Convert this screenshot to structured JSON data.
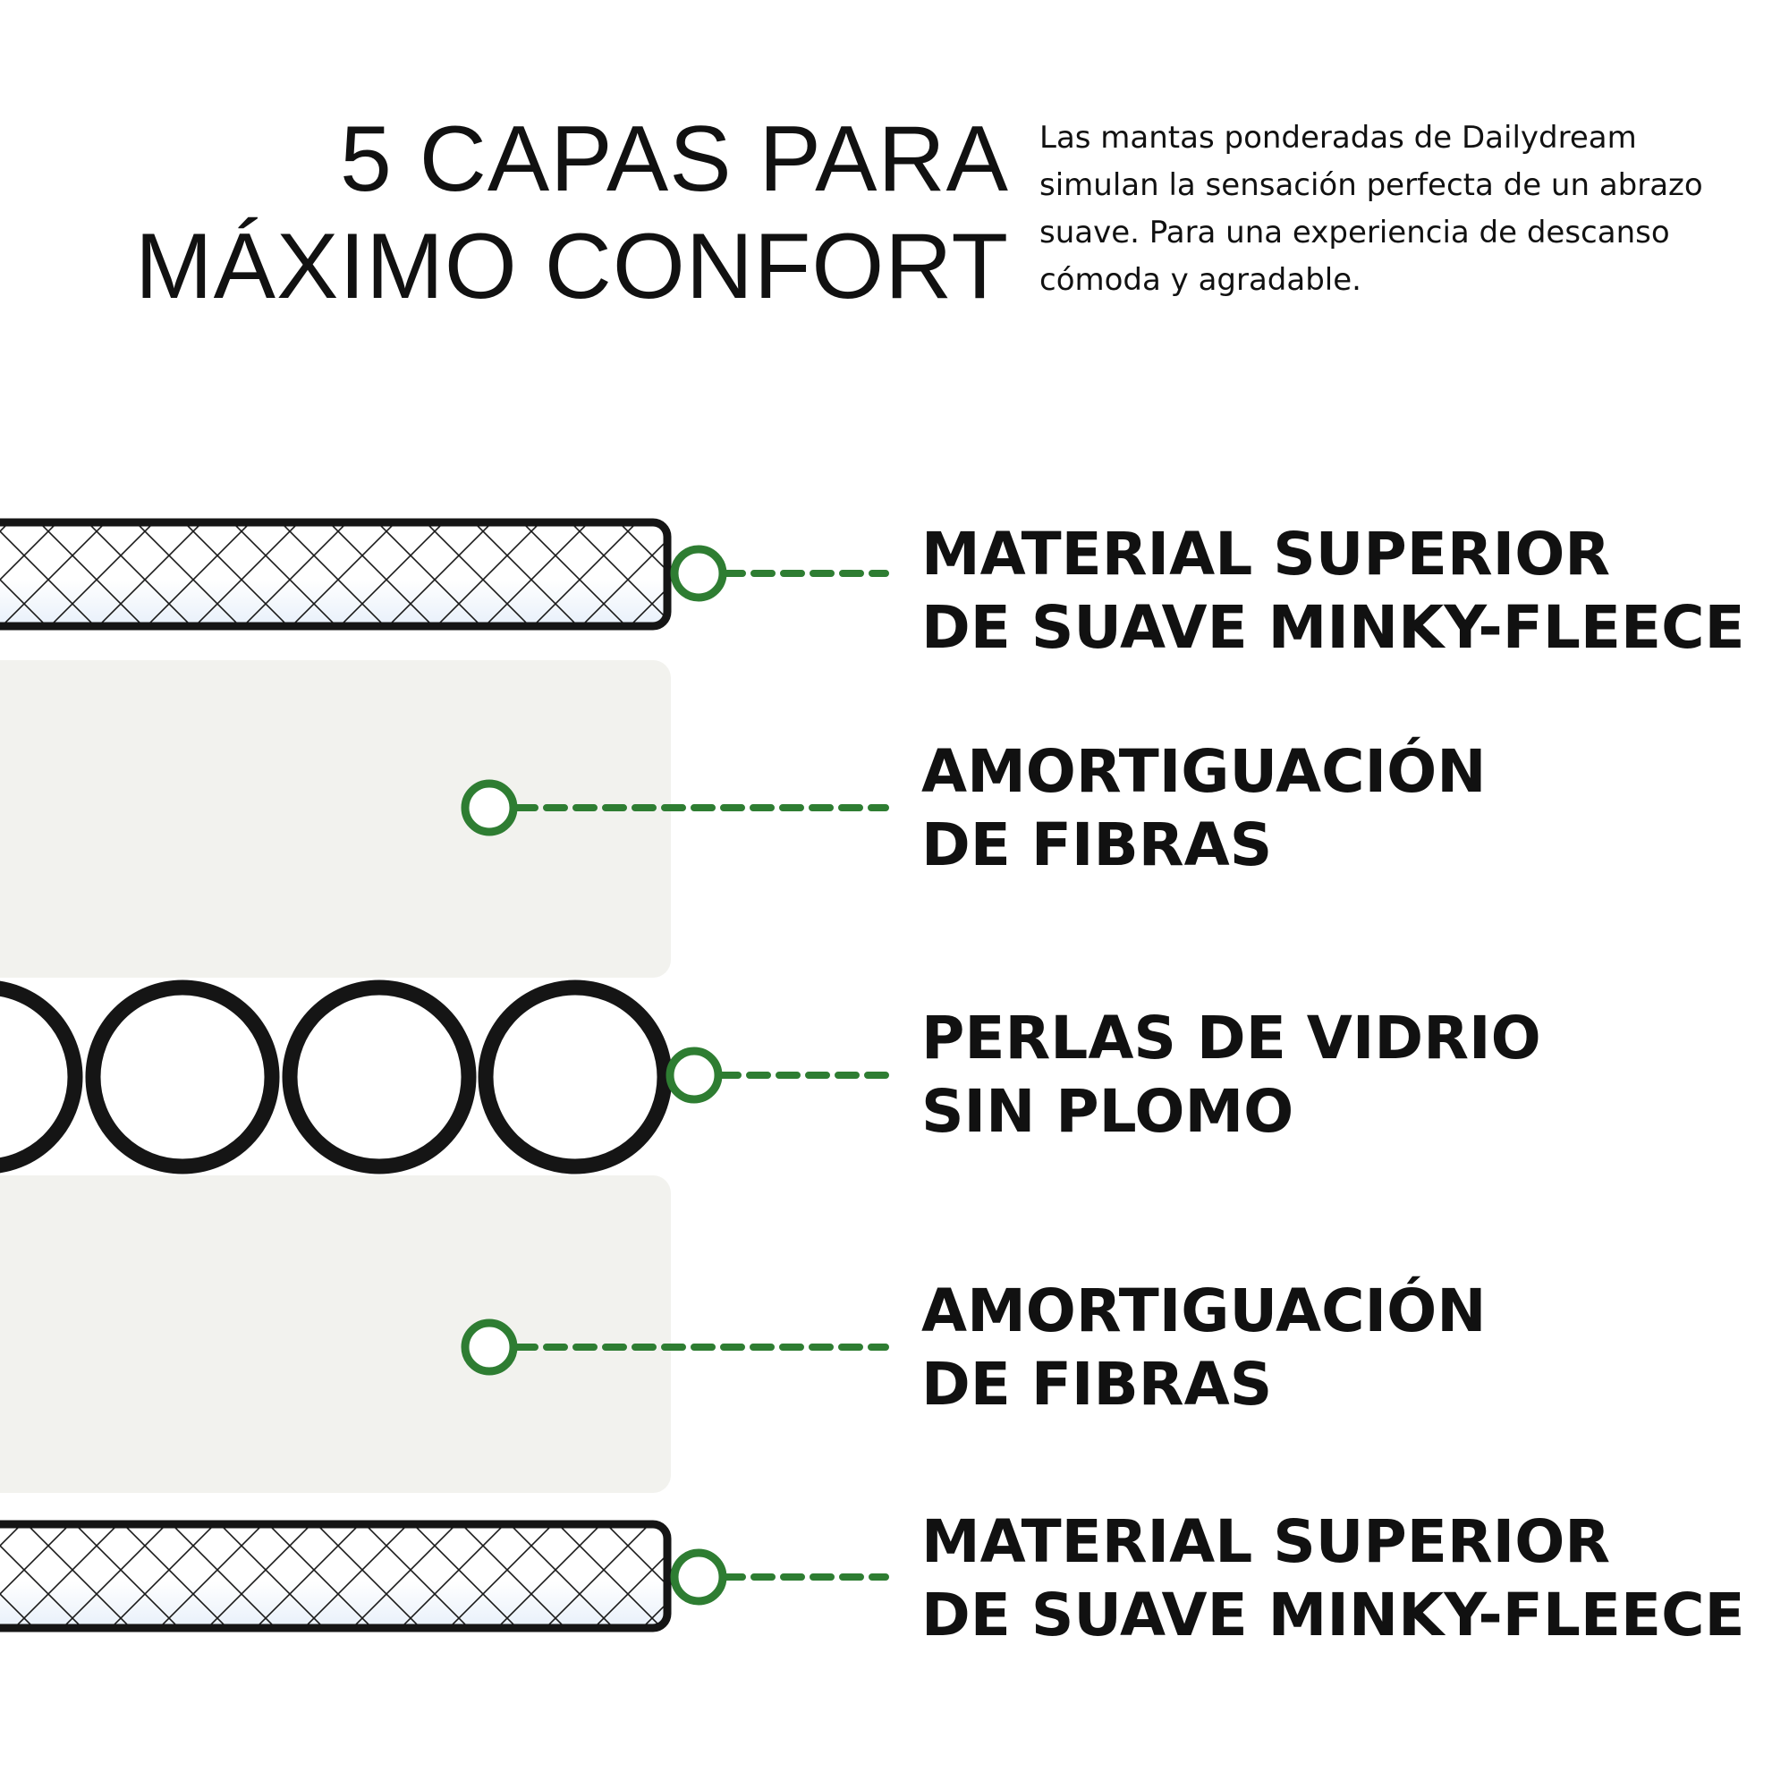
{
  "header": {
    "title_line1": "5 CAPAS PARA",
    "title_line2": "MÁXIMO CONFORT",
    "description": "Las mantas ponderadas de Dailydream simulan la sensación perfecta de un abrazo suave. Para una experiencia de descanso cómoda y agradable."
  },
  "layers": [
    {
      "line1": "MATERIAL SUPERIOR",
      "line2": "DE SUAVE MINKY-FLEECE",
      "kind": "quilted-fabric"
    },
    {
      "line1": "AMORTIGUACIÓN",
      "line2": "DE FIBRAS",
      "kind": "fiber"
    },
    {
      "line1": "PERLAS DE VIDRIO",
      "line2": "SIN PLOMO",
      "kind": "glass-beads"
    },
    {
      "line1": "AMORTIGUACIÓN",
      "line2": "DE FIBRAS",
      "kind": "fiber"
    },
    {
      "line1": "MATERIAL SUPERIOR",
      "line2": "DE SUAVE MINKY-FLEECE",
      "kind": "quilted-fabric"
    }
  ],
  "colors": {
    "accent_green": "#2e7d32",
    "outline": "#151515",
    "fiber_fill": "#f2f2ee",
    "fabric_tint": "#e8f0fa"
  }
}
